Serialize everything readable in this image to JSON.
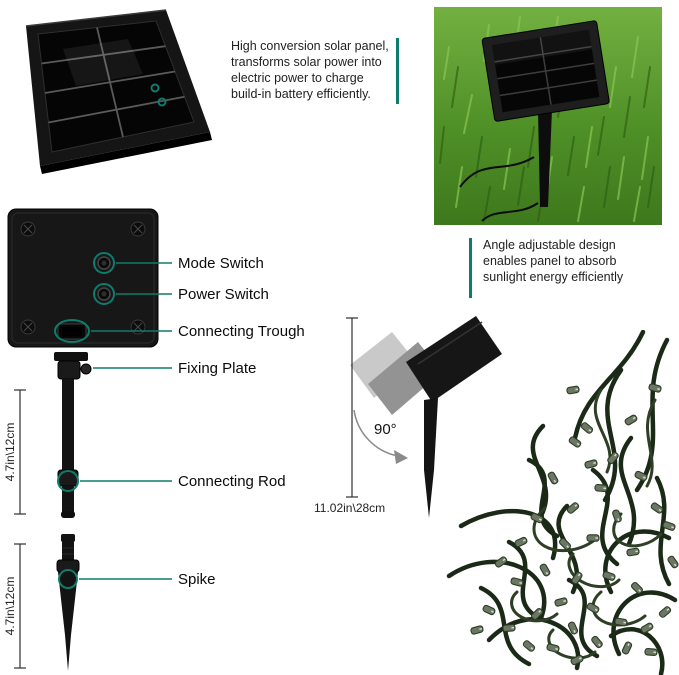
{
  "accent_color": "#0e7c6b",
  "notes": {
    "solar_panel": "High conversion solar panel, transforms solar power into electric power to charge build-in battery efficiently.",
    "angle_design": "Angle adjustable design enables panel to absorb sunlight energy efficiently"
  },
  "part_labels": {
    "mode_switch": "Mode Switch",
    "power_switch": "Power Switch",
    "connecting_trough": "Connecting Trough",
    "fixing_plate": "Fixing Plate",
    "connecting_rod": "Connecting Rod",
    "spike": "Spike"
  },
  "measurements": {
    "rod_length": "4.7in\\12cm",
    "spike_length": "4.7in\\12cm",
    "overall_height": "11.02in\\28cm",
    "rotation_angle": "90°"
  }
}
